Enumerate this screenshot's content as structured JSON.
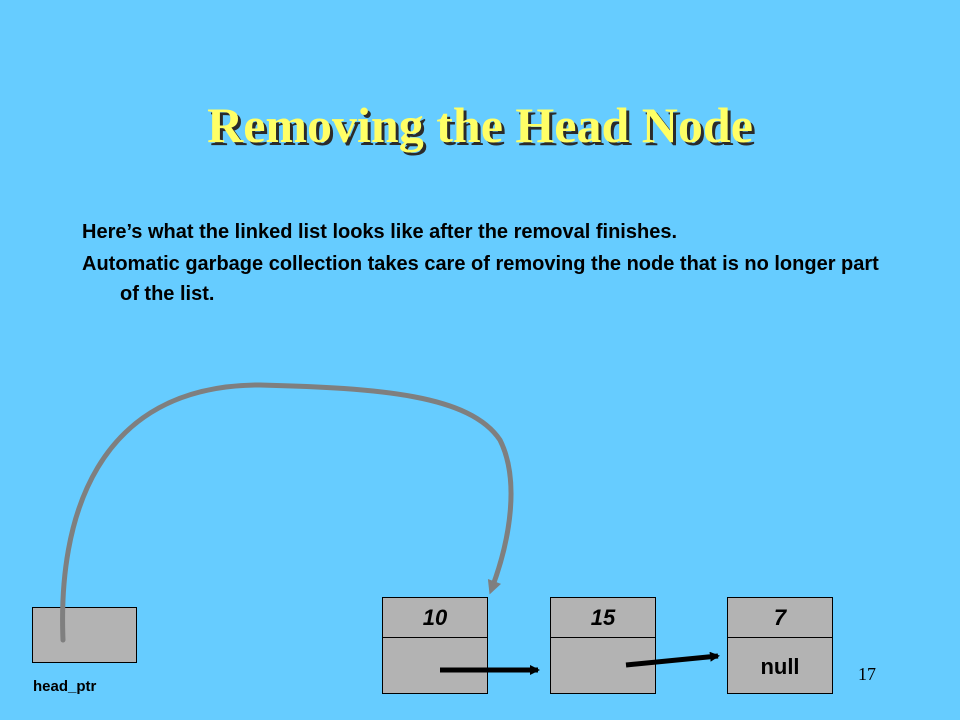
{
  "slide": {
    "title": "Removing the Head Node",
    "bullets": [
      "Here’s what the linked list looks like after the removal finishes.",
      "Automatic garbage collection takes care of removing the node that is no longer part of the list."
    ],
    "page_number": "17"
  },
  "diagram": {
    "head_ptr_label": "head_ptr",
    "nodes": [
      {
        "value": "10",
        "link": ""
      },
      {
        "value": "15",
        "link": ""
      },
      {
        "value": "7",
        "link": "null"
      }
    ]
  }
}
